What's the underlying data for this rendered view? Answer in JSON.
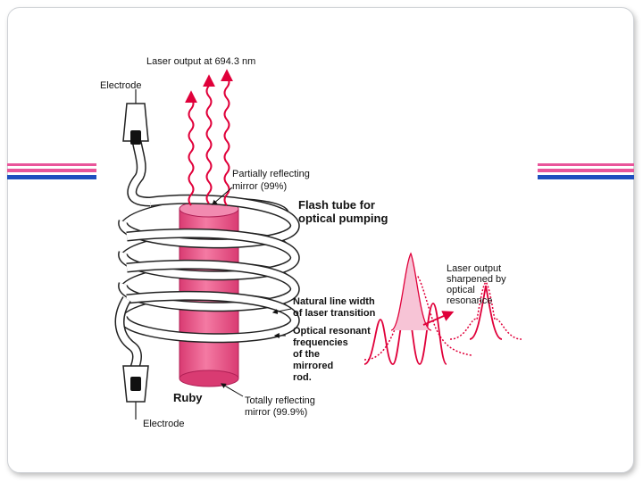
{
  "slide": {
    "colors": {
      "stripe_pink": "#e9559a",
      "stripe_blue": "#1f4fbf",
      "accent_red": "#e0003a",
      "tube_pink": "#ef5a8e"
    }
  },
  "diagram": {
    "labels": {
      "laser_output_top": "Laser output at 694.3 nm",
      "electrode_top": "Electrode",
      "partially_reflecting_1": "Partially reflecting",
      "partially_reflecting_2": "mirror (99%)",
      "flash_tube_1": "Flash tube for",
      "flash_tube_2": "optical pumping",
      "laser_sharpened_1": "Laser output",
      "laser_sharpened_2": "sharpened by",
      "laser_sharpened_3": "optical",
      "laser_sharpened_4": "resonance",
      "natural_line_1": "Natural line width",
      "natural_line_2": "of laser transition",
      "optical_resonant_1": "Optical resonant",
      "optical_resonant_2": "frequencies",
      "optical_resonant_3": "of the",
      "optical_resonant_4": "mirrored",
      "optical_resonant_5": "rod.",
      "ruby": "Ruby",
      "totally_reflecting_1": "Totally reflecting",
      "totally_reflecting_2": "mirror (99.9%)",
      "electrode_bottom": "Electrode"
    }
  }
}
